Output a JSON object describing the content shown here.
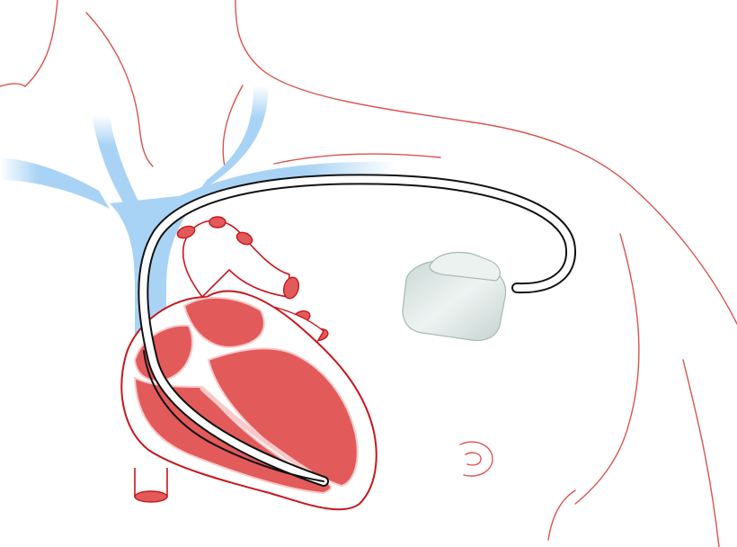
{
  "colors": {
    "background": "#ffffff",
    "body_outline": "#d9534f",
    "vein": "#a9d3f5",
    "vein_dark": "#7cbcf0",
    "heart_fill": "#e25a5a",
    "heart_outline": "#c8161d",
    "heart_highlight": "#f7c9c9",
    "lead_wire": "#111111",
    "device_fill": "#d6e2df",
    "device_light": "#ecf2f0",
    "device_outline": "#a9b8b4"
  },
  "icons": {
    "torso": "torso-outline",
    "heart": "heart-cross-section",
    "pacemaker": "pacemaker-device",
    "lead": "pacing-lead",
    "vein": "subclavian-vein"
  }
}
